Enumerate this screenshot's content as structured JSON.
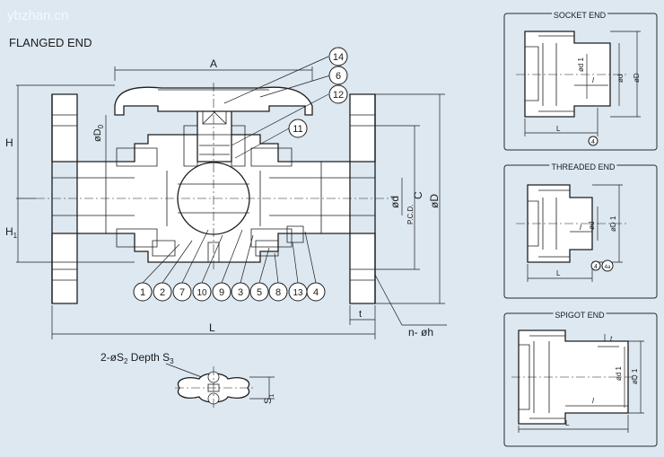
{
  "main": {
    "title": "FLANGED END",
    "dims": {
      "A": "A",
      "H": "H",
      "H1": "H",
      "H1_sub": "1",
      "D0": "øD",
      "D0_sub": "0",
      "d": "ød",
      "C": "C",
      "pcd": "P.C.D.",
      "D": "øD",
      "L": "L",
      "t": "t",
      "nh": "n- øh"
    },
    "callouts_top": [
      "14",
      "6",
      "12",
      "11"
    ],
    "callouts_bottom": [
      "1",
      "2",
      "7",
      "10",
      "9",
      "3",
      "5",
      "8",
      "13",
      "4"
    ]
  },
  "detail": {
    "label_prefix": "2-øS",
    "label_sub": "2",
    "label_mid": " Depth S",
    "label_sub2": "3",
    "s1": "S",
    "s1_sub": "1"
  },
  "socket": {
    "title": "SOCKET END",
    "labels": {
      "d1": "ød 1",
      "l": "l",
      "d": "ød",
      "D": "øD",
      "L": "L",
      "c4": "4"
    }
  },
  "threaded": {
    "title": "THREADED END",
    "labels": {
      "d": "ød",
      "D1": "øD 1",
      "l": "l",
      "L": "L",
      "c4": "4",
      "c4a": "4a"
    }
  },
  "spigot": {
    "title": "SPIGOT END",
    "labels": {
      "t": "t",
      "d1": "ød 1",
      "D1": "øD 1",
      "l": "l",
      "L": "L"
    }
  },
  "watermark": "ybzhan.cn"
}
